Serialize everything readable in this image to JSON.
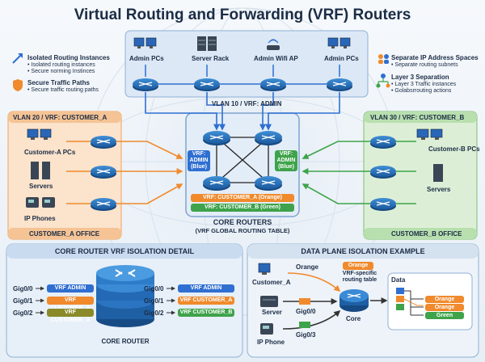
{
  "title": "Virtual Routing and Forwarding (VRF) Routers",
  "legend_left": {
    "item1_title": "Isolated Routing Instances",
    "item1_b1": "• Isolated routing instances",
    "item1_b2": "• Secure norming Instinces",
    "item2_title": "Secure Traffic Paths",
    "item2_b1": "• Secure traffic routing paths"
  },
  "legend_right": {
    "item1_title": "Separate IP Address Spaces",
    "item1_b1": "• Separate routing subnets",
    "item2_title": "Layer 3 Separation",
    "item2_b1": "• Layer 3 Traffic instances",
    "item2_b2": "• Golabsrrouting actions"
  },
  "admin": {
    "devices": [
      "Admin PCs",
      "Server Rack",
      "Admin Wifi AP",
      "Admin PCs"
    ],
    "vlan_label": "VLAN 10 / VRF: ADMIN"
  },
  "customer_a": {
    "header": "VLAN 20 / VRF: CUSTOMER_A",
    "devices": [
      "Customer-A PCs",
      "Servers",
      "IP Phones"
    ],
    "footer": "CUSTOMER_A OFFICE"
  },
  "customer_b": {
    "header": "VLAN 30 / VRF: CUSTOMER_B",
    "devices": [
      "Customer-B PCs",
      "Servers"
    ],
    "footer": "CUSTOMER_B OFFICE"
  },
  "core": {
    "vrf_left": "VRF:\nADMIN\n(Blue)",
    "vrf_right": "VRF:\nADMIN\n(Blue)",
    "bar_orange": "VRF: CUSTOMER_A (Orange)",
    "bar_green": "VRF: CUSTOMER_B (Green)",
    "title": "CORE ROUTERS",
    "subtitle": "(VRF GLOBAL ROUTING TABLE)"
  },
  "isolation_detail": {
    "header": "CORE ROUTER VRF ISOLATION DETAIL",
    "left_ports": [
      "Gig0/0",
      "Gig0/1",
      "Gig0/2"
    ],
    "left_vrfs": [
      "VRF ADMIN",
      "VRF CUSTOMER_A",
      "VRF CUSTOMER_A"
    ],
    "right_ports": [
      "Gig0/0",
      "Gig0/1",
      "Gig0/2"
    ],
    "right_vrfs": [
      "VRF ADMIN",
      "VRF CUSTOMER_A",
      "VRF CUSTOMER_B"
    ],
    "router_label": "CORE ROUTER"
  },
  "data_plane": {
    "header": "DATA PLANE ISOLATION EXAMPLE",
    "source_a": "Customer_A",
    "source_server": "Server",
    "source_phone": "IP Phone",
    "orange_label": "Orange",
    "gig00": "Gig0/0",
    "gig03": "Gig0/3",
    "vrf_tag": "Orange",
    "vrf_caption": "VRF-specific\nrouting table",
    "core_label": "Core",
    "data_label": "Data",
    "table_rows": [
      "Orange",
      "Orange",
      "Green"
    ]
  },
  "colors": {
    "admin_blue": "#2f6fd1",
    "customer_a_orange": "#f08a2c",
    "customer_b_green": "#3ea34a",
    "olive": "#8a8a2a",
    "navy": "#1b2c45"
  }
}
